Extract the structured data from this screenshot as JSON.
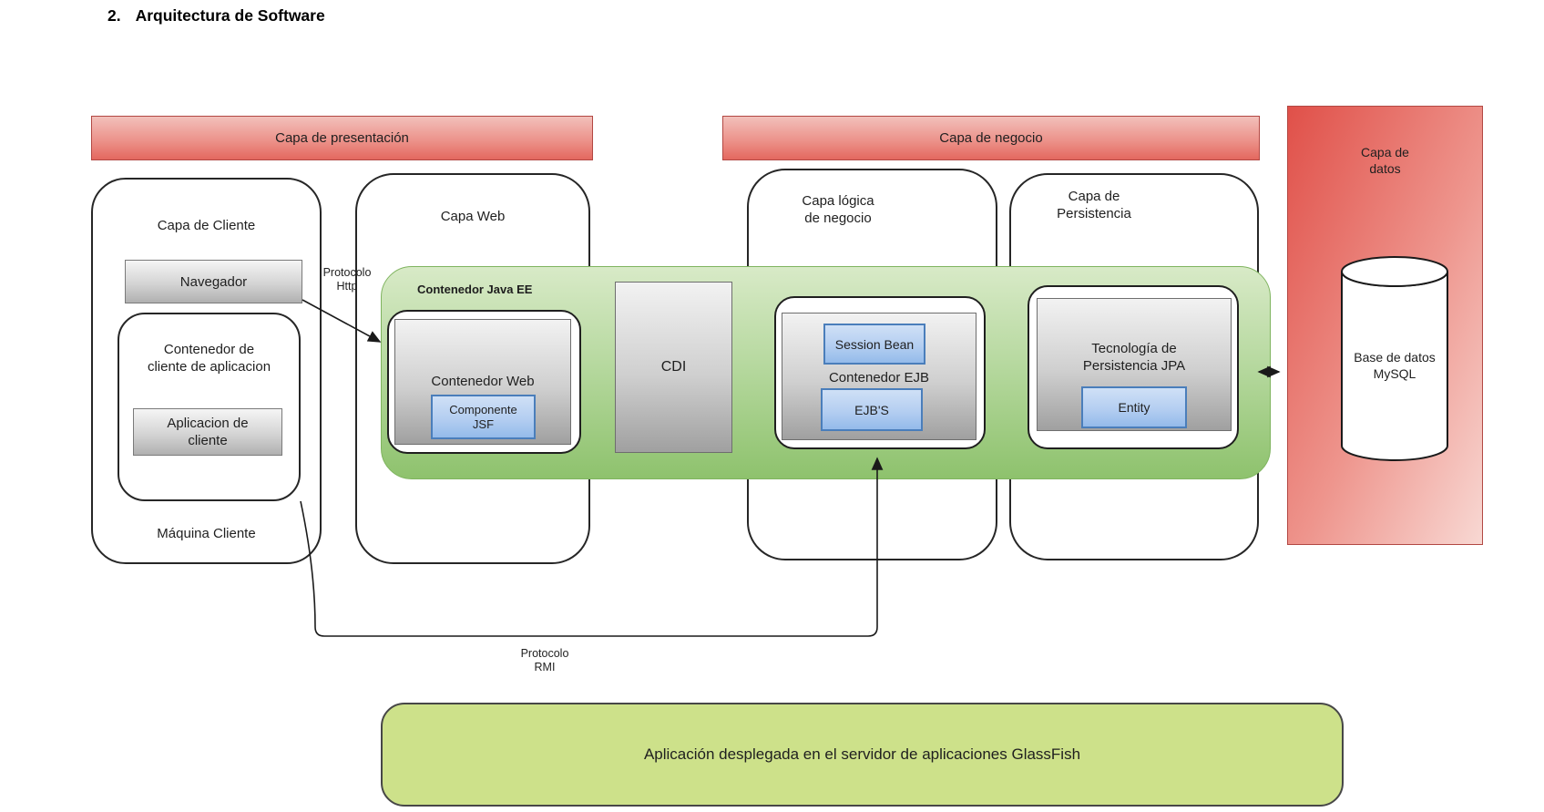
{
  "title": {
    "number": "2.",
    "text": "Arquitectura de Software"
  },
  "banners": {
    "presentation": "Capa de presentación",
    "business": "Capa de negocio"
  },
  "client_layer": {
    "label": "Capa de Cliente",
    "browser": "Navegador",
    "app_container": "Contenedor de\ncliente de aplicacion",
    "client_app": "Aplicacion de\ncliente",
    "machine": "Máquina Cliente"
  },
  "web_layer": {
    "label": "Capa Web"
  },
  "business_logic_layer": {
    "label": "Capa lógica\nde negocio"
  },
  "persistence_layer": {
    "label": "Capa de\nPersistencia"
  },
  "java_ee": {
    "label": "Contenedor Java EE",
    "web_container": "Contenedor Web",
    "jsf_component": "Componente\nJSF",
    "cdi": "CDI",
    "ejb_container": "Contenedor EJB",
    "session_bean": "Session Bean",
    "ejbs": "EJB'S",
    "jpa": "Tecnología de\nPersistencia JPA",
    "entity": "Entity"
  },
  "data_layer": {
    "label": "Capa de\ndatos",
    "database": "Base de datos\nMySQL"
  },
  "protocols": {
    "http": "Protocolo\nHttp",
    "rmi": "Protocolo\nRMI"
  },
  "footer": {
    "label": "Aplicación desplegada en el servidor de aplicaciones GlassFish"
  },
  "colors": {
    "banner_red_top": "#f2c0bb",
    "banner_red_bottom": "#e4685f",
    "banner_red_border": "#b24843",
    "data_box_dark": "#e05049",
    "data_box_light": "#f8d8d3",
    "container_green_top": "#d8eac7",
    "container_green_bottom": "#8ec26d",
    "box_gray_top": "#f2f2f2",
    "box_gray_bottom": "#a0a0a0",
    "button_blue_top": "#cfe0f6",
    "button_blue_bottom": "#94bbea",
    "button_blue_border": "#4a7ebb",
    "footer_green": "#cde18a",
    "line_black": "#1a1a1a"
  }
}
